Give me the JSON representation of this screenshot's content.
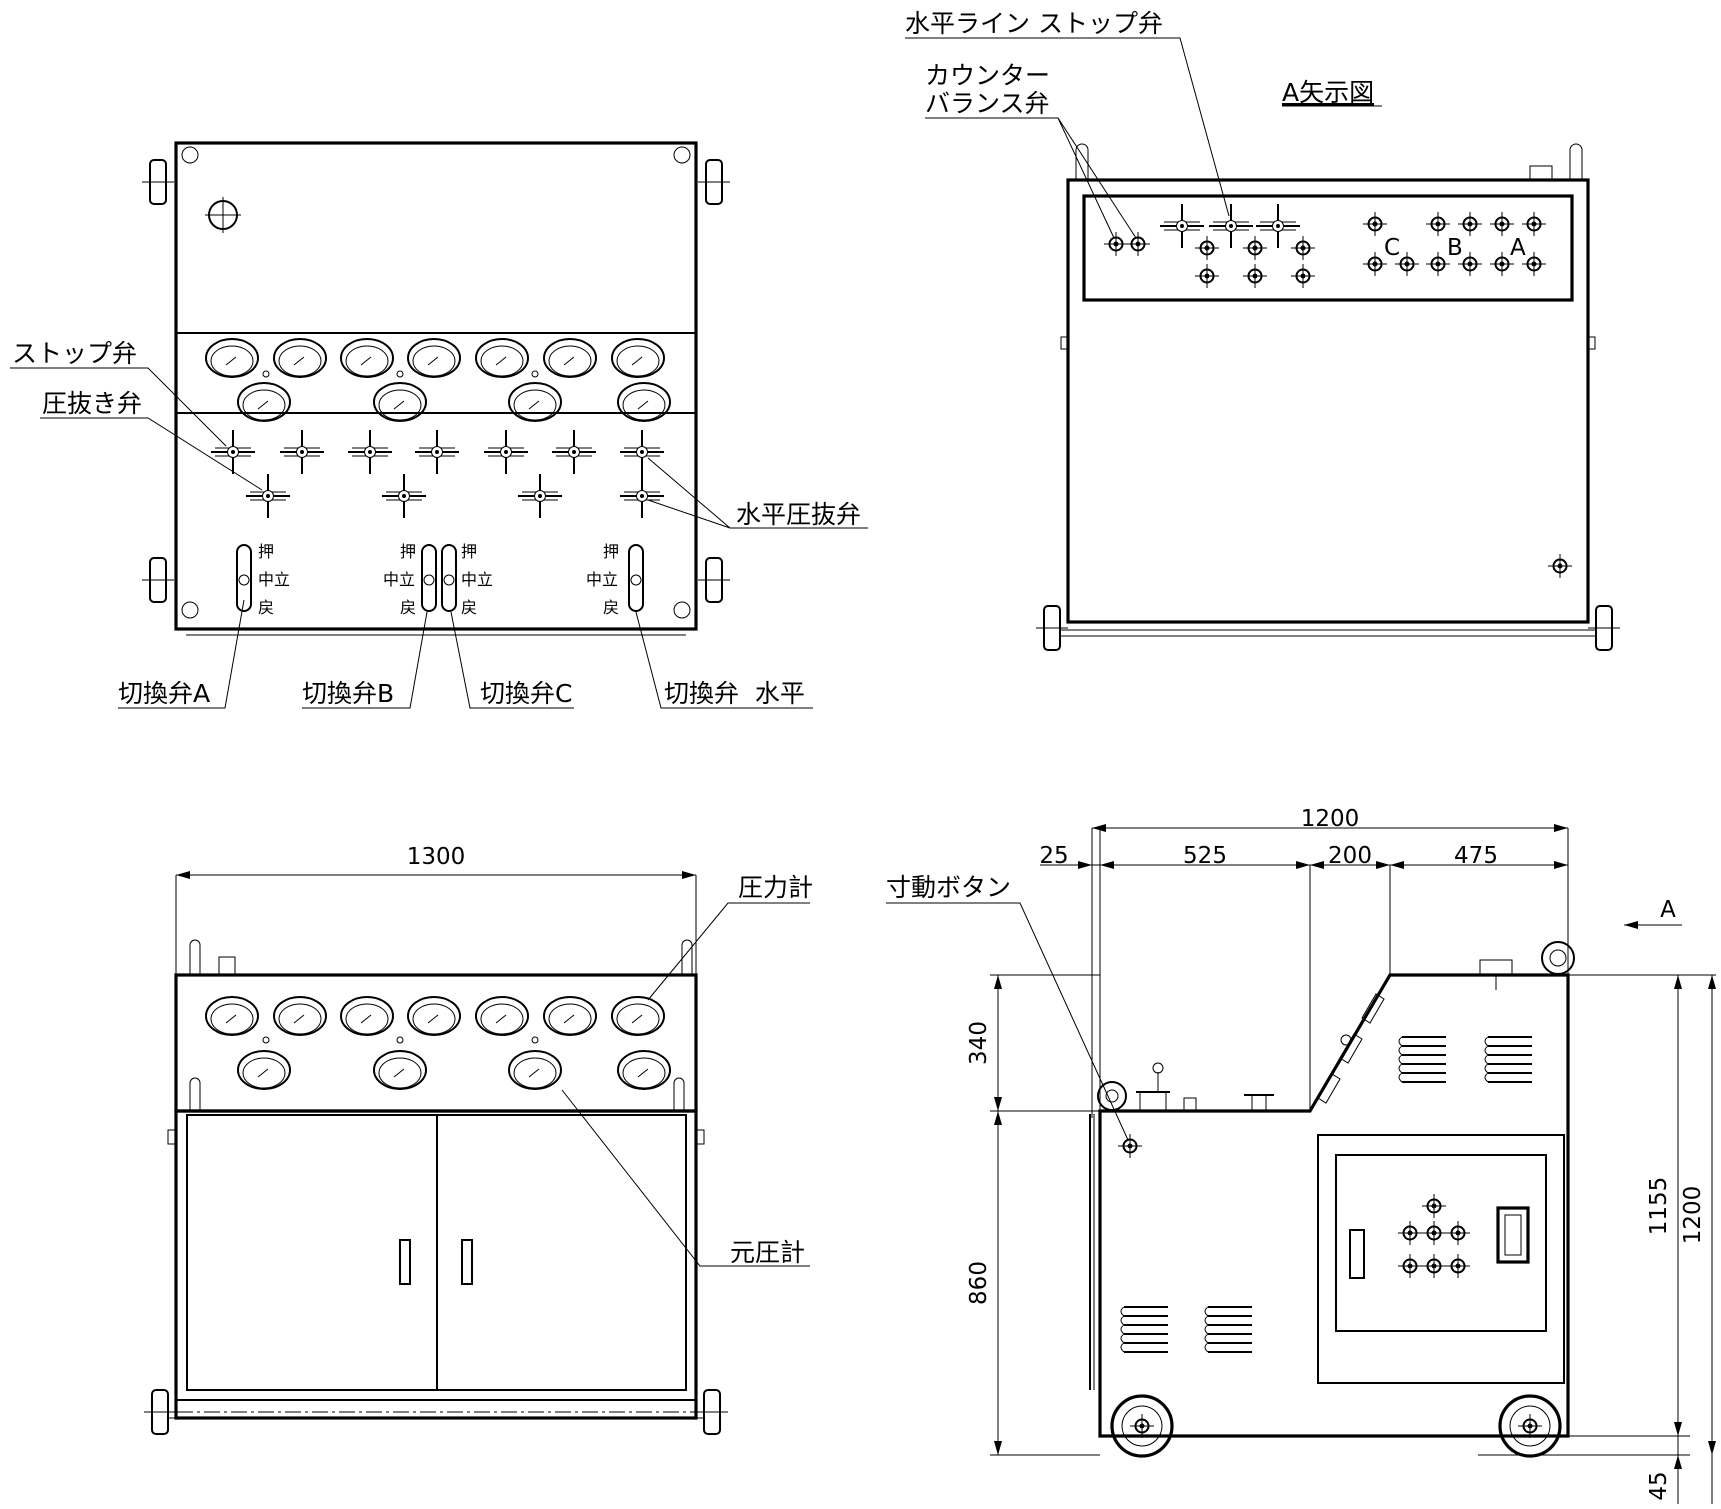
{
  "views": {
    "top": {
      "leaders": [
        "ストップ弁",
        "圧抜き弁",
        "水平圧抜弁"
      ],
      "lever_marks": {
        "push": "押",
        "neutral": "中立",
        "return": "戻"
      },
      "valve_labels": [
        "切換弁A",
        "切換弁B",
        "切換弁C",
        "切換弁  水平"
      ]
    },
    "arrow": {
      "title": "A矢示図",
      "leaders": [
        "水平ライン ストップ弁",
        "カウンター",
        "バランス弁"
      ],
      "port_letters": [
        "C",
        "B",
        "A"
      ]
    },
    "front": {
      "dim_width": "1300",
      "leaders": [
        "圧力計",
        "元圧計"
      ]
    },
    "side": {
      "leaders": [
        "寸動ボタン"
      ],
      "view_arrow": "A",
      "dims": {
        "overall": "1200",
        "d25": "25",
        "d525": "525",
        "d200": "200",
        "d475": "475",
        "h340": "340",
        "h860": "860",
        "h1155": "1155",
        "h1200": "1200",
        "h45": "45"
      }
    }
  }
}
